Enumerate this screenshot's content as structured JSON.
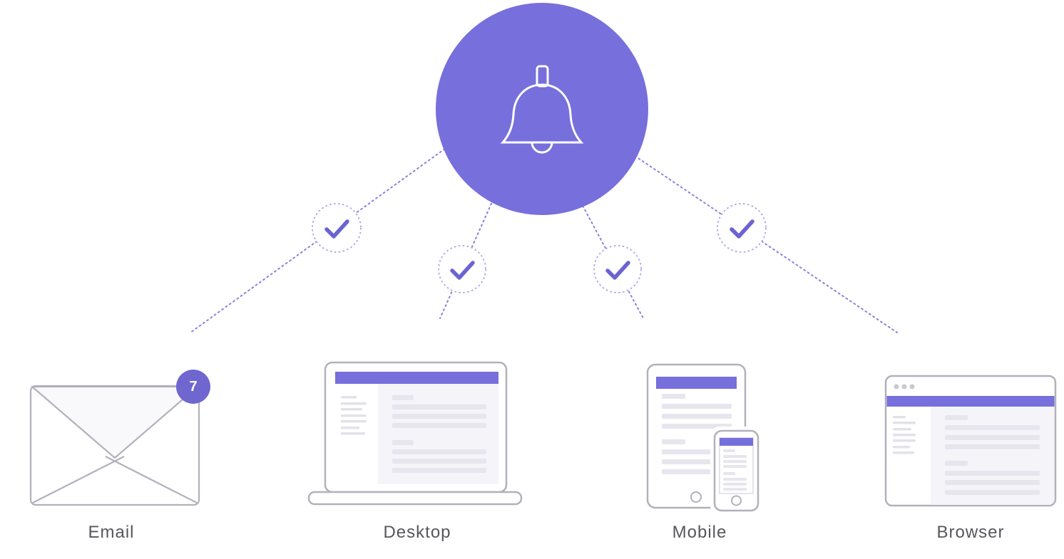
{
  "colors": {
    "accent": "#766fdc",
    "badge": "#7066d0",
    "check": "#6c63d2",
    "check_ring": "#aba4e8",
    "dotted_line": "#8a81de",
    "outline": "#b3b0bc",
    "content_line": "#e7e5ed",
    "sidebar_line": "#e3e1e9",
    "content_bg": "#f5f4f8",
    "flap": "#f9f9fb",
    "label_text": "#57565d",
    "browser_dots": "#c9c7cf"
  },
  "hub": {
    "icon": "bell-icon"
  },
  "checkmarks": {
    "icon": "check-icon",
    "count": 4
  },
  "channels": [
    {
      "id": "email",
      "label": "Email",
      "badge_count": "7"
    },
    {
      "id": "desktop",
      "label": "Desktop"
    },
    {
      "id": "mobile",
      "label": "Mobile"
    },
    {
      "id": "browser",
      "label": "Browser"
    }
  ]
}
